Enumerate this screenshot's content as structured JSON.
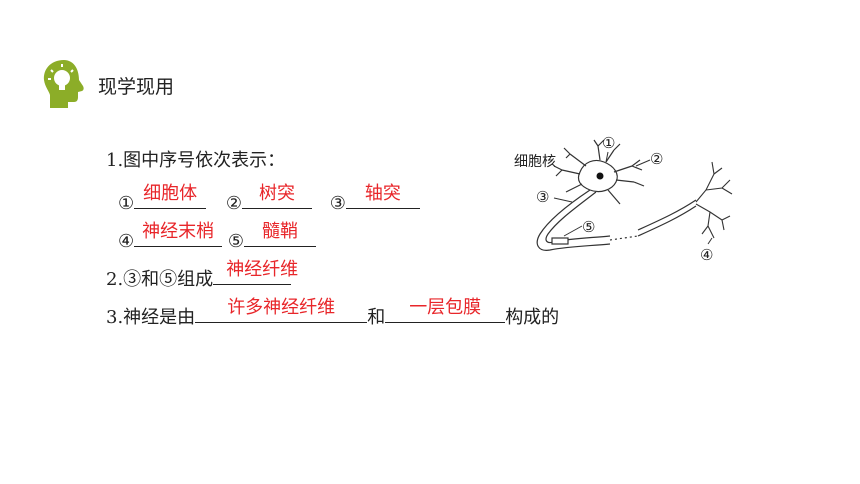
{
  "header": {
    "title": "现学现用",
    "icon": "lightbulb-head-icon",
    "icon_color": "#8cad28"
  },
  "q1": {
    "prompt": "1.图中序号依次表示：",
    "items": [
      {
        "marker": "①",
        "answer": "细胞体"
      },
      {
        "marker": "②",
        "answer": "树突"
      },
      {
        "marker": "③",
        "answer": "轴突"
      },
      {
        "marker": "④",
        "answer": "神经末梢"
      },
      {
        "marker": "⑤",
        "answer": "髓鞘"
      }
    ]
  },
  "q2": {
    "prompt": "2.③和⑤组成",
    "answer": "神经纤维"
  },
  "q3": {
    "prefix": "3.神经是由",
    "answer1": "许多神经纤维",
    "middle": "和",
    "answer2": "一层包膜",
    "suffix": "构成的"
  },
  "diagram": {
    "cell_body_label": "细胞核",
    "markers": [
      "①",
      "②",
      "③",
      "④",
      "⑤"
    ]
  },
  "colors": {
    "answer": "#e8262a",
    "accent": "#8cad28"
  }
}
